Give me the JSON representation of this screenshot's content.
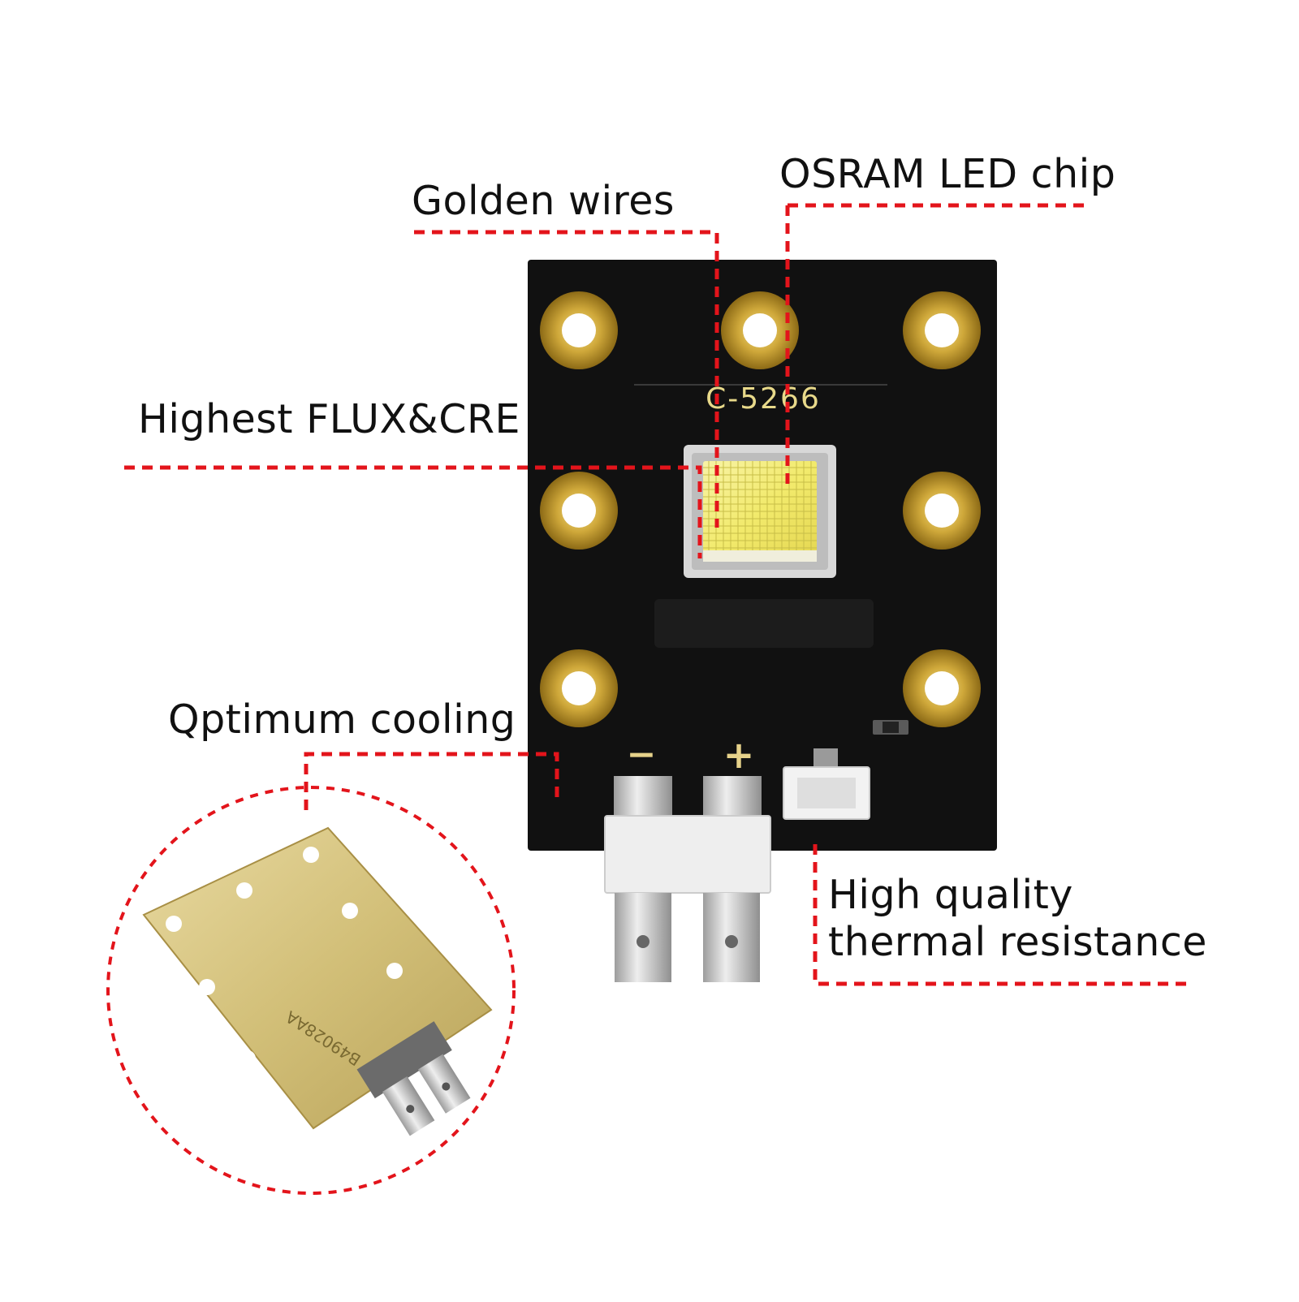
{
  "labels": {
    "golden_wires": "Golden wires",
    "osram_chip": "OSRAM LED chip",
    "flux_cre": "Highest FLUX&CRE",
    "cooling": "Qptimum cooling",
    "thermal_line1": "High quality",
    "thermal_line2": "thermal resistance"
  },
  "board": {
    "part_number": "C-5266",
    "minus_sign": "−",
    "plus_sign": "+"
  },
  "heatsink": {
    "part_code": "B49028AA"
  },
  "colors": {
    "leader_line": "#e3141b",
    "board": "#111111",
    "gold": "#c9a634",
    "chip": "#f4ec7a",
    "text": "#111111"
  }
}
